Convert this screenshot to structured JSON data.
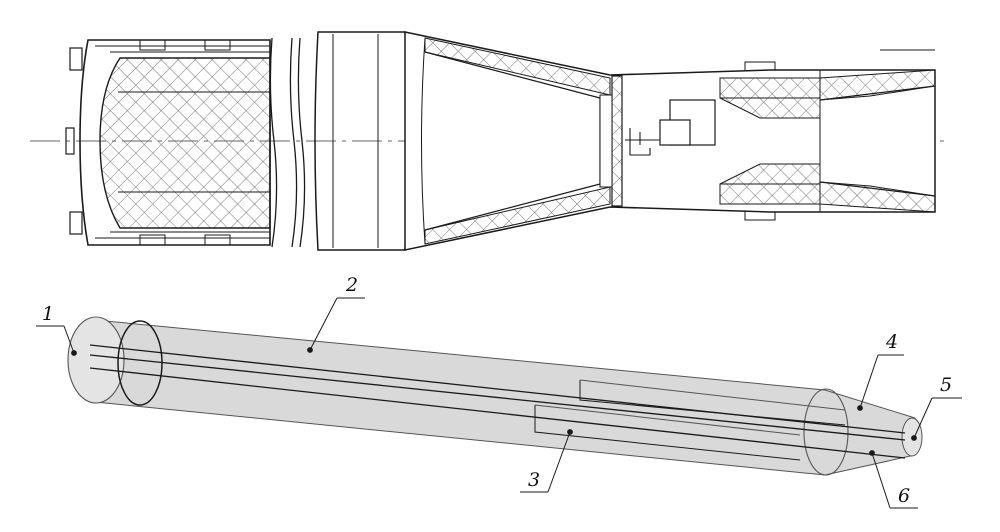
{
  "figure": {
    "cross_section": {
      "description_visible": false
    },
    "callouts": [
      {
        "id": "1",
        "text": "1"
      },
      {
        "id": "2",
        "text": "2"
      },
      {
        "id": "3",
        "text": "3"
      },
      {
        "id": "4",
        "text": "4"
      },
      {
        "id": "5",
        "text": "5"
      },
      {
        "id": "6",
        "text": "6"
      }
    ]
  },
  "colors": {
    "line": "#1a1a1a",
    "hatch": "#555555",
    "body_fill": "#d9d9d9",
    "background": "#ffffff"
  }
}
